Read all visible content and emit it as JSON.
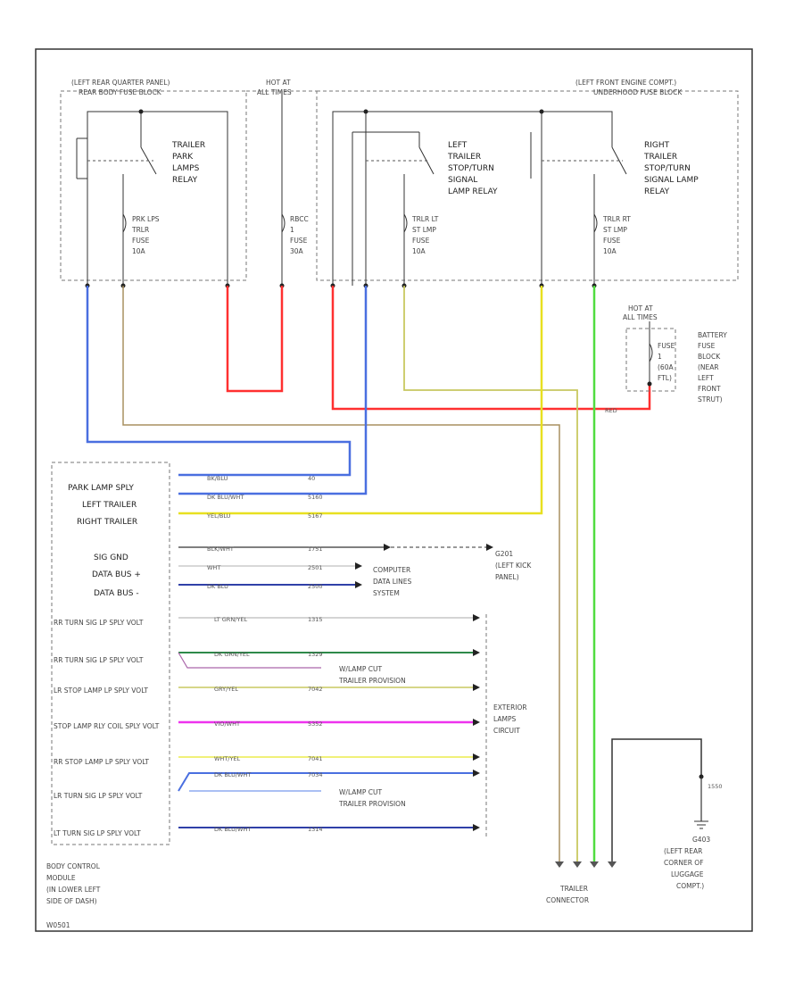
{
  "blocks": {
    "rear_fuse_title_1": "(LEFT REAR QUARTER PANEL)",
    "rear_fuse_title_2": "REAR BODY FUSE BLOCK",
    "hot_at_all_times_1": "HOT AT",
    "hot_at_all_times_2": "ALL TIMES",
    "front_fuse_title_1": "(LEFT FRONT ENGINE COMPT.)",
    "front_fuse_title_2": "UNDERHOOD FUSE BLOCK"
  },
  "relays": {
    "trailer_park": [
      "TRAILER",
      "PARK",
      "LAMPS",
      "RELAY"
    ],
    "left_stop_turn": [
      "LEFT",
      "TRAILER",
      "STOP/TURN",
      "SIGNAL",
      "LAMP RELAY"
    ],
    "right_stop_turn": [
      "RIGHT",
      "TRAILER",
      "STOP/TURN",
      "SIGNAL LAMP",
      "RELAY"
    ]
  },
  "fuses": {
    "prk_lps": [
      "PRK LPS",
      "TRLR",
      "FUSE",
      "10A"
    ],
    "rbcc": [
      "RBCC",
      "1",
      "FUSE",
      "30A"
    ],
    "trlr_lt": [
      "TRLR LT",
      "ST LMP",
      "FUSE",
      "10A"
    ],
    "trlr_rt": [
      "TRLR RT",
      "ST LMP",
      "FUSE",
      "10A"
    ],
    "battery_block": [
      "FUSE",
      "1",
      "(60A",
      "FTL)"
    ]
  },
  "battery_block_label": [
    "BATTERY",
    "FUSE",
    "BLOCK",
    "(NEAR",
    "LEFT",
    "FRONT",
    "STRUT)"
  ],
  "hot_right_1": "HOT AT",
  "hot_right_2": "ALL TIMES",
  "wire_red": "RED",
  "bcm_pins": [
    {
      "label": "PARK LAMP SPLY",
      "color": "BK/BLU",
      "circuit": "40"
    },
    {
      "label": "LEFT TRAILER",
      "color": "DK BLU/WHT",
      "circuit": "5160"
    },
    {
      "label": "RIGHT TRAILER",
      "color": "YEL/BLU",
      "circuit": "5167"
    },
    {
      "label": "SIG GND",
      "color": "BLK/WHT",
      "circuit": "1751"
    },
    {
      "label": "DATA BUS +",
      "color": "WHT",
      "circuit": "2501"
    },
    {
      "label": "DATA BUS -",
      "color": "DK BLU",
      "circuit": "2500"
    },
    {
      "label": "RR TURN SIG LP SPLY VOLT",
      "color": "LT GRN/YEL",
      "circuit": "1315"
    },
    {
      "label": "RR TURN SIG LP SPLY VOLT",
      "color": "DK GRN/YEL",
      "circuit": "1329"
    },
    {
      "label": "LR STOP LAMP LP SPLY VOLT",
      "color": "GRY/YEL",
      "circuit": "7042"
    },
    {
      "label": "STOP LAMP RLY COIL SPLY VOLT",
      "color": "VIO/WHT",
      "circuit": "5352"
    },
    {
      "label": "RR STOP LAMP LP SPLY VOLT",
      "color": "WHT/YEL",
      "circuit": "7041"
    },
    {
      "label": "LR TURN SIG LP SPLY VOLT",
      "color": "DK BLU/WHT",
      "circuit": "7034"
    },
    {
      "label": "LT TURN SIG LP SPLY VOLT",
      "color": "DK BLU/WHT",
      "circuit": "1314"
    }
  ],
  "grounds": {
    "g201": [
      "G201",
      "(LEFT KICK",
      "PANEL)"
    ],
    "g403": [
      "G403",
      "(LEFT REAR",
      "CORNER OF",
      "LUGGAGE",
      "COMPT.)"
    ],
    "g403_wire": "1550"
  },
  "labels": {
    "computer_data_lines": [
      "COMPUTER",
      "DATA LINES",
      "SYSTEM"
    ],
    "exterior_lamps": [
      "EXTERIOR",
      "LAMPS",
      "CIRCUIT"
    ],
    "trailer_provision_1": [
      "W/LAMP CUT",
      "TRAILER PROVISION"
    ],
    "trailer_provision_2": [
      "W/LAMP CUT",
      "TRAILER PROVISION"
    ],
    "bcm": [
      "BODY CONTROL",
      "MODULE",
      "(IN LOWER LEFT",
      "SIDE OF DASH)"
    ],
    "trailer_connector": [
      "TRAILER",
      "CONNECTOR"
    ],
    "footer": "W0501"
  },
  "colors": {
    "blue": "#4a6fe0",
    "red": "#ff3030",
    "yellow": "#e8e020",
    "green": "#50dd40",
    "gray_wire": "#9aa0a6",
    "brown_wire": "#a89060",
    "magenta": "#ee33ee",
    "dark_green": "#2e8a4a",
    "olive": "#c8c860",
    "pale_yellow": "#eeee66",
    "dark_blue": "#3040a8"
  }
}
